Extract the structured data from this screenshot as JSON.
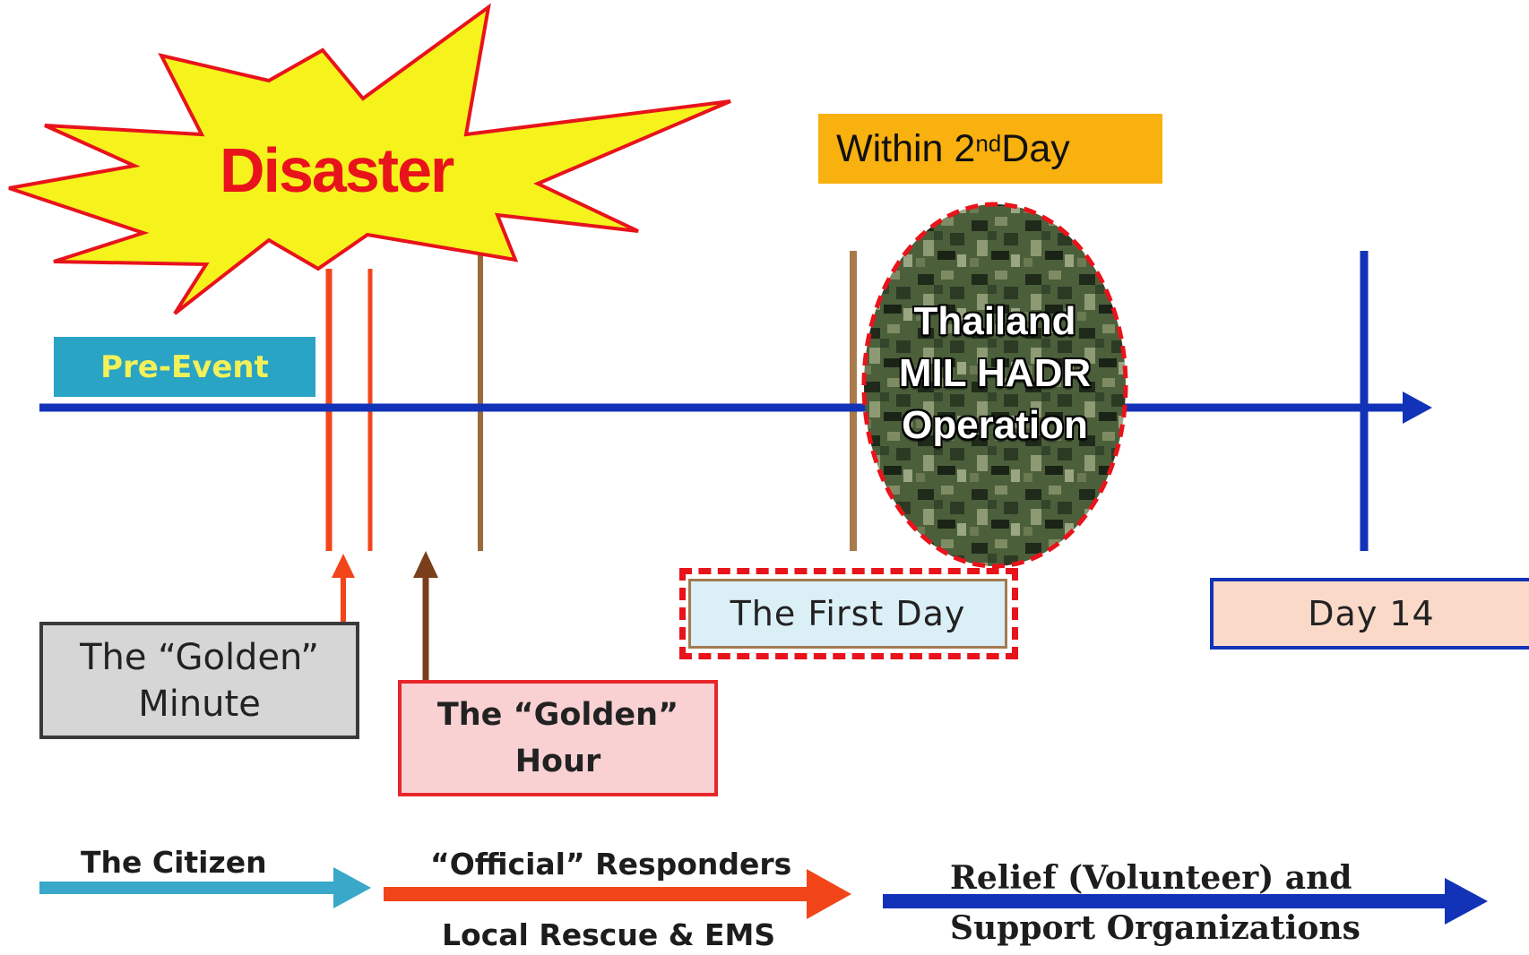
{
  "disaster": "Disaster",
  "within_2nd_day": {
    "prefix": "Within 2",
    "superscript": "nd",
    "suffix": " Day"
  },
  "pre_event": "Pre-Event",
  "thailand_operation": [
    "Thailand",
    "MIL HADR",
    "Operation"
  ],
  "golden_minute": [
    "The “Golden”",
    "Minute"
  ],
  "golden_hour": [
    "The “Golden”",
    "Hour"
  ],
  "first_day": "The First Day",
  "day14": "Day 14",
  "responders": {
    "citizen": "The Citizen",
    "official": "“Official” Responders",
    "local": "Local Rescue &  EMS",
    "relief": "Relief (Volunteer) and\nSupport Organizations"
  },
  "colors": {
    "timeline": "#1233b8",
    "citizen_arrow": "#3aa8c8",
    "official_arrow": "#f2461a",
    "relief_arrow": "#1233b8",
    "marker_red": "#f2461a",
    "marker_brown": "#9b6a3c",
    "disaster_fill": "#f5f21c",
    "disaster_stroke": "#e8131b"
  }
}
